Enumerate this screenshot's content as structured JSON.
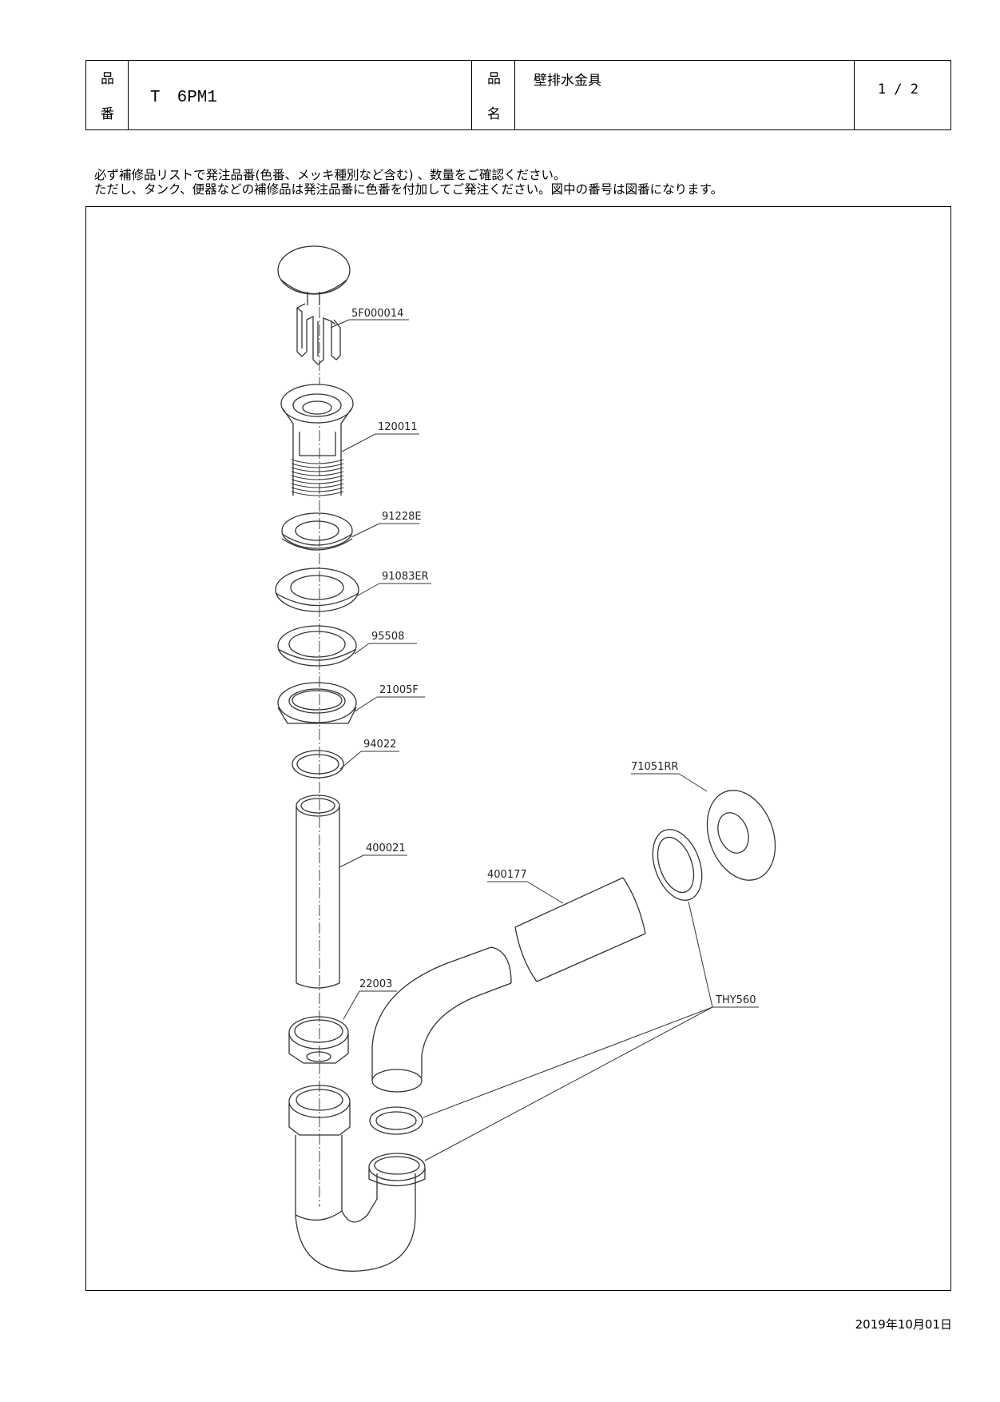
{
  "header": {
    "hinban_label_1": "品",
    "hinban_label_2": "番",
    "part_number": "T　6PM1",
    "hinmei_label_1": "品",
    "hinmei_label_2": "名",
    "product_name": "壁排水金具",
    "page": "1 / 2"
  },
  "notice": {
    "line1": "必ず補修品リストで発注品番(色番、メッキ種別など含む) 、数量をご確認ください。",
    "line2": "ただし、タンク、便器などの補修品は発注品番に色番を付加してご発注ください。図中の番号は図番になります。"
  },
  "parts": [
    {
      "label": "5F000014",
      "icon": "clip-icon"
    },
    {
      "label": "120011",
      "icon": "drain-body-icon"
    },
    {
      "label": "91228E",
      "icon": "washer-icon"
    },
    {
      "label": "91083ER",
      "icon": "gasket-icon"
    },
    {
      "label": "95508",
      "icon": "washer-icon"
    },
    {
      "label": "21005F",
      "icon": "nut-icon"
    },
    {
      "label": "94022",
      "icon": "ring-icon"
    },
    {
      "label": "400021",
      "icon": "tailpipe-icon"
    },
    {
      "label": "22003",
      "icon": "nut-icon"
    },
    {
      "label": "71051RR",
      "icon": "escutcheon-icon"
    },
    {
      "label": "400177",
      "icon": "wall-pipe-icon"
    },
    {
      "label": "THY560",
      "icon": "packing-set-icon"
    }
  ],
  "footer": {
    "date": "2019年10月01日"
  }
}
